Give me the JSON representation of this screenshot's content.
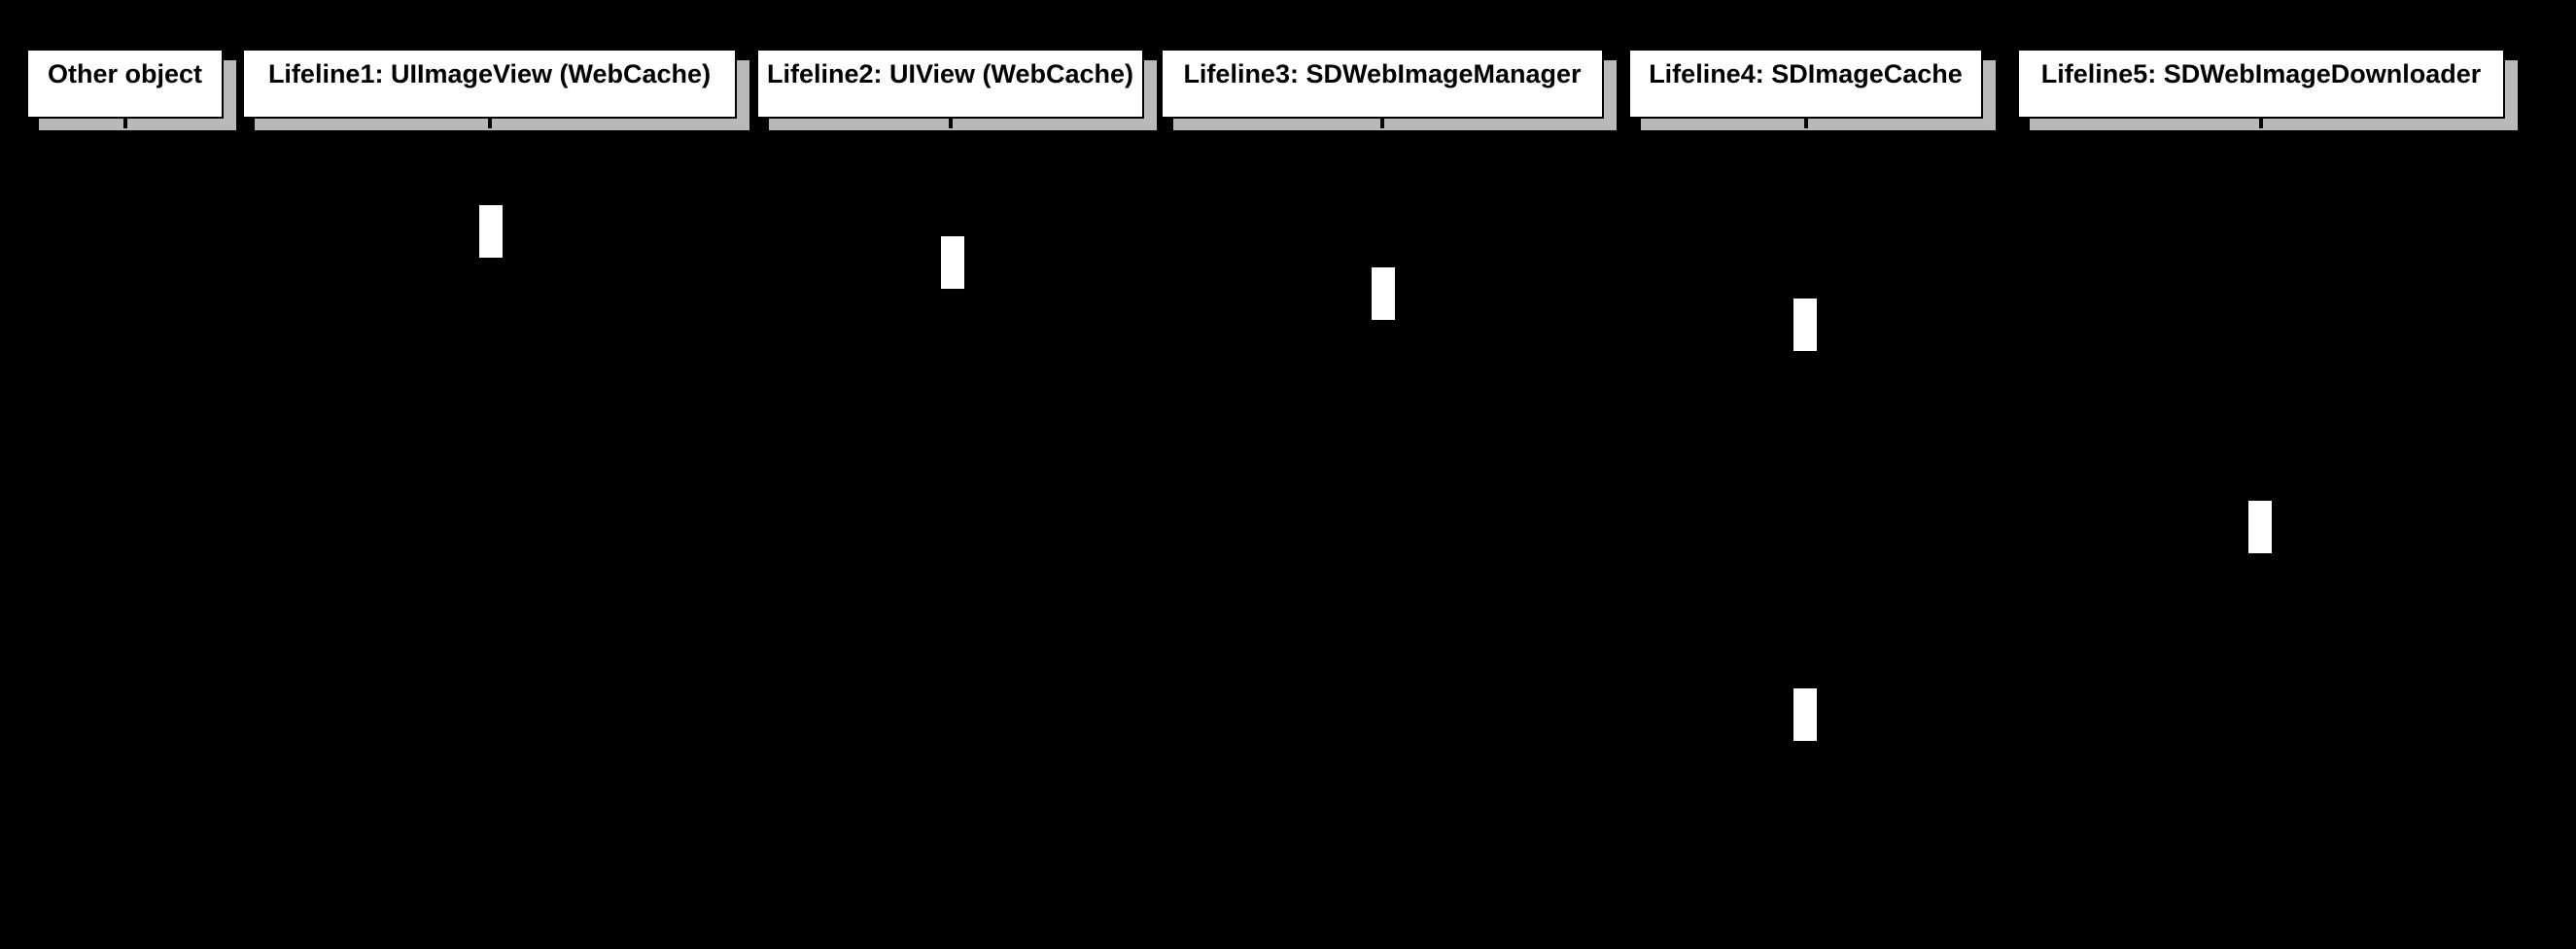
{
  "colors": {
    "background": "#000000",
    "box_fill": "#ffffff",
    "box_border": "#000000",
    "box_shadow": "#b9b9b9",
    "text": "#000000",
    "activation_fill": "#ffffff"
  },
  "lifelines": [
    {
      "label": "Other object"
    },
    {
      "label": "Lifeline1: UIImageView (WebCache)"
    },
    {
      "label": "Lifeline2: UIView (WebCache)"
    },
    {
      "label": "Lifeline3: SDWebImageManager"
    },
    {
      "label": "Lifeline4: SDImageCache"
    },
    {
      "label": "Lifeline5: SDWebImageDownloader"
    }
  ],
  "activations": [
    {
      "lifeline": "Lifeline1: UIImageView (WebCache)"
    },
    {
      "lifeline": "Lifeline2: UIView (WebCache)"
    },
    {
      "lifeline": "Lifeline3: SDWebImageManager"
    },
    {
      "lifeline": "Lifeline4: SDImageCache"
    },
    {
      "lifeline": "Lifeline5: SDWebImageDownloader"
    },
    {
      "lifeline": "Lifeline4: SDImageCache"
    }
  ]
}
